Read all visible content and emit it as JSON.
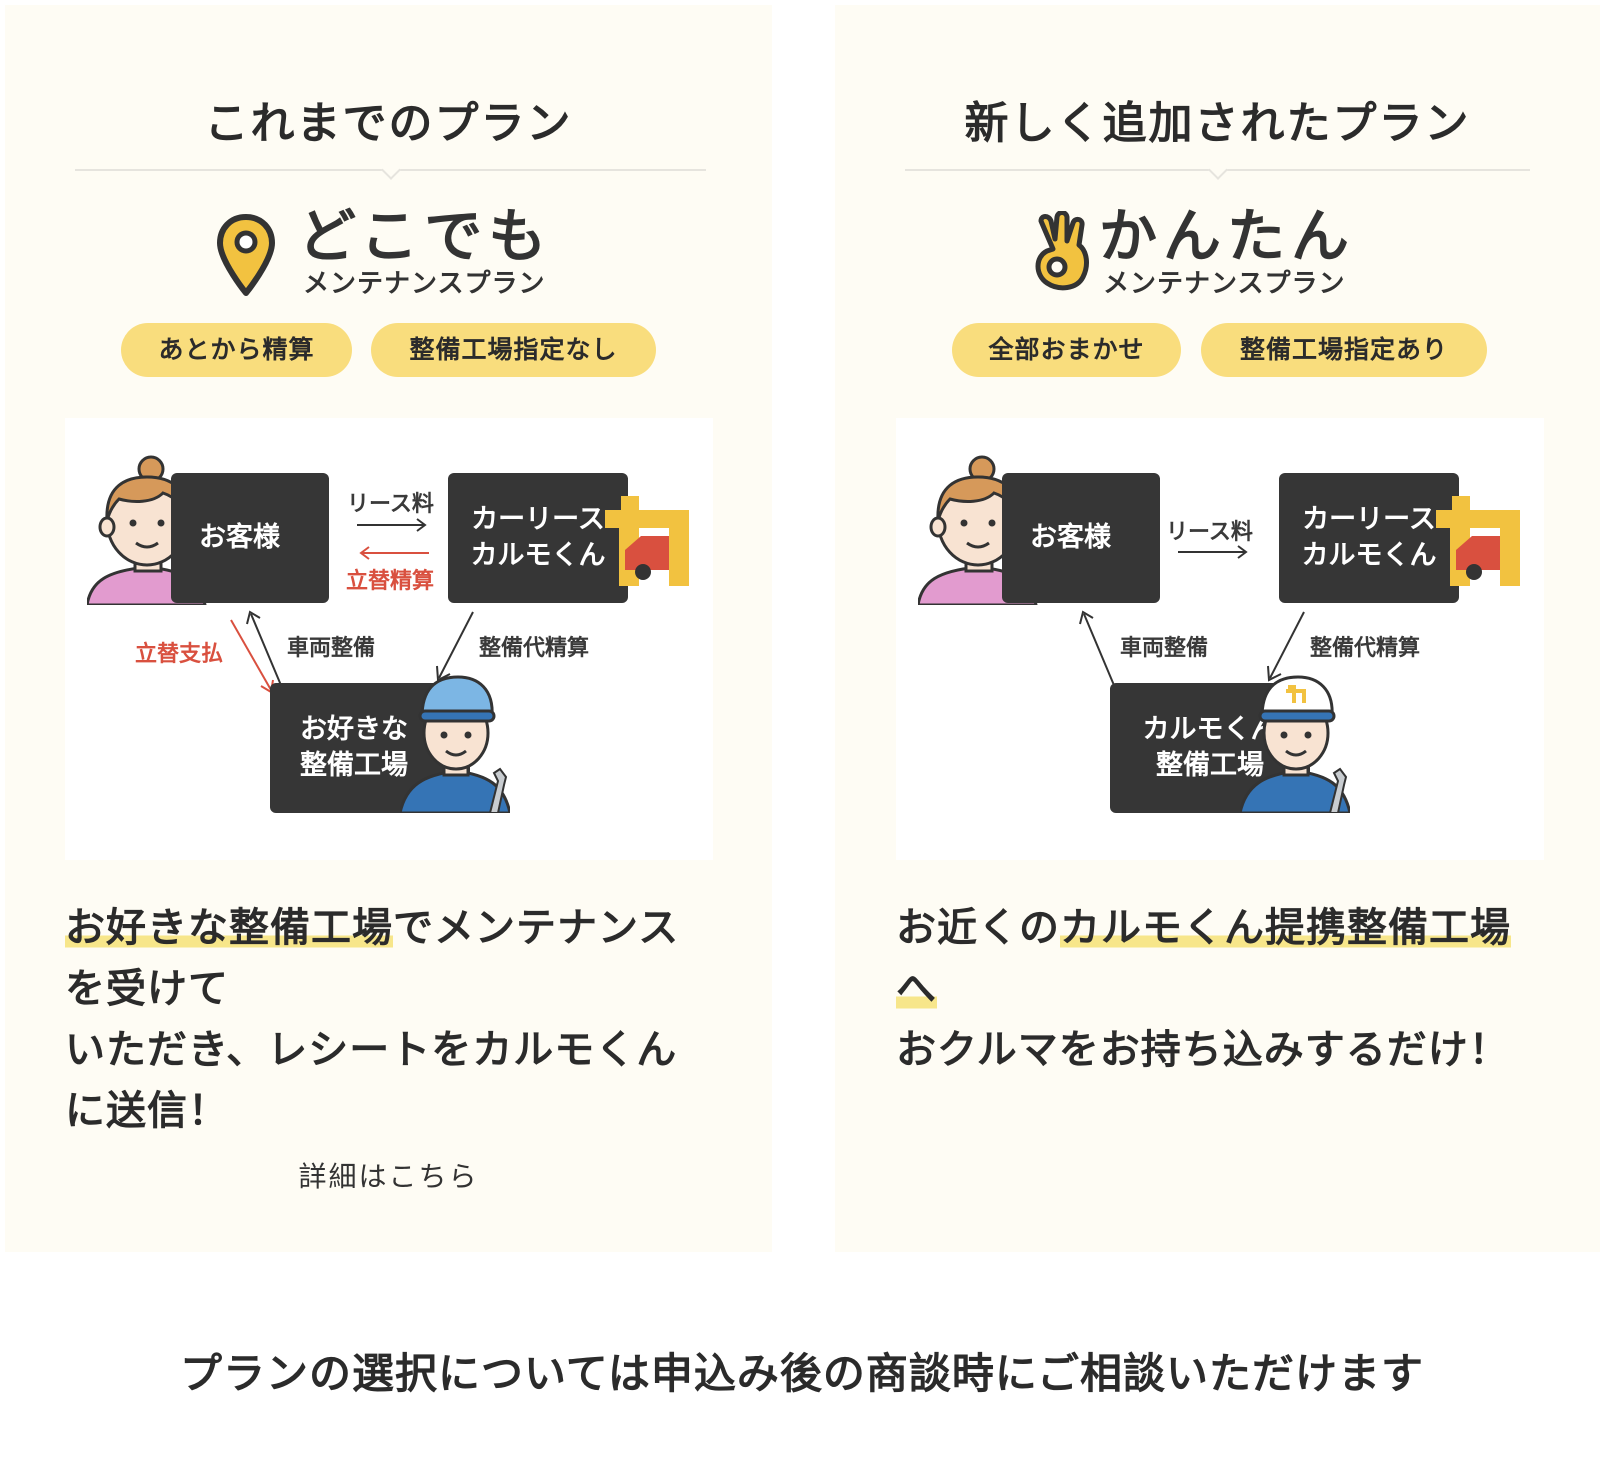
{
  "colors": {
    "panel_bg": "#FEFCF4",
    "badge_bg": "#F9DD7D",
    "highlight": "#F7E68A",
    "dark_box": "#363636",
    "accent_red": "#D9503F",
    "icon_yellow": "#F2C240",
    "text": "#2b2b2b"
  },
  "left_panel": {
    "title": "これまでのプラン",
    "plan_icon": "map-pin-icon",
    "plan_name": "どこでも",
    "plan_sub": "メンテナンスプラン",
    "badges": [
      "あとから精算",
      "整備工場指定なし"
    ],
    "diagram": {
      "customer": "お客様",
      "company_line1": "カーリース",
      "company_line2": "カルモくん",
      "shop_line1": "お好きな",
      "shop_line2": "整備工場",
      "lease_fee": "リース料",
      "reimburse": "立替精算",
      "advance_pay": "立替支払",
      "maintenance": "車両整備",
      "settlement": "整備代精算"
    },
    "description": {
      "line1_highlight": "お好きな整備工場",
      "line1_rest": "でメンテナンス",
      "line2": "を受けて",
      "line3": "いただき、レシートをカルモくん",
      "line4": "に送信！"
    },
    "details_link": "詳細はこちら"
  },
  "right_panel": {
    "title": "新しく追加されたプラン",
    "plan_icon": "ok-hand-icon",
    "plan_name": "かんたん",
    "plan_sub": "メンテナンスプラン",
    "badges": [
      "全部おまかせ",
      "整備工場指定あり"
    ],
    "diagram": {
      "customer": "お客様",
      "company_line1": "カーリース",
      "company_line2": "カルモくん",
      "shop_line1": "カルモくん",
      "shop_line2": "整備工場",
      "lease_fee": "リース料",
      "maintenance": "車両整備",
      "settlement": "整備代精算"
    },
    "description": {
      "line1_plain": "お近くの",
      "line1_highlight": "カルモくん提携整備工場",
      "line2_highlight": "へ",
      "line3": "おクルマをお持ち込みするだけ！"
    }
  },
  "footer": {
    "note": "プランの選択については申込み後の商談時にご相談いただけます"
  }
}
